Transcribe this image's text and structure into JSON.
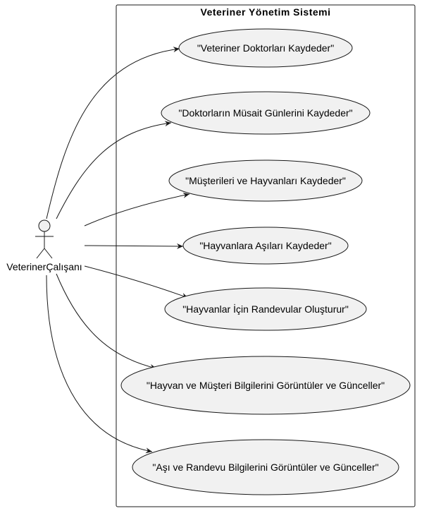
{
  "system": {
    "title": "Veteriner Yönetim Sistemi"
  },
  "actor": {
    "name": "VeterinerÇalışanı"
  },
  "use_cases": [
    "\"Veteriner Doktorları Kaydeder\"",
    "\"Doktorların Müsait Günlerini Kaydeder\"",
    "\"Müşterileri ve Hayvanları Kaydeder\"",
    "\"Hayvanlara Aşıları Kaydeder\"",
    "\"Hayvanlar İçin Randevular Oluşturur\"",
    "\"Hayvan ve Müşteri Bilgilerini Görüntüler ve Günceller\"",
    "\"Aşı ve Randevu Bilgilerini Görüntüler ve Günceller\""
  ],
  "colors": {
    "usecase_fill": "#f1f1f1",
    "stroke": "#181818",
    "background": "#ffffff"
  }
}
